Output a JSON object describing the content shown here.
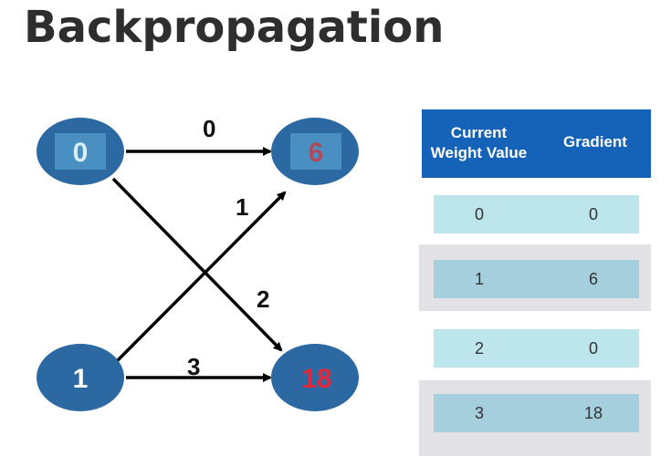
{
  "title": "Backpropagation",
  "network": {
    "nodes": [
      {
        "id": "input-top",
        "value": "0",
        "text_color": "#d8eef6"
      },
      {
        "id": "output-top",
        "value": "6",
        "text_color": "#b04a5a"
      },
      {
        "id": "input-bottom",
        "value": "1",
        "text_color": "#ffffff"
      },
      {
        "id": "output-bottom",
        "value": "18",
        "text_color": "#e0283c"
      }
    ],
    "edges": [
      {
        "from": "input-top",
        "to": "output-top",
        "weight": "0"
      },
      {
        "from": "input-bottom",
        "to": "output-top",
        "weight": "1"
      },
      {
        "from": "input-top",
        "to": "output-bottom",
        "weight": "2"
      },
      {
        "from": "input-bottom",
        "to": "output-bottom",
        "weight": "3"
      }
    ],
    "node_color": "#2c69a2",
    "highlight_color": "#4a8fc2"
  },
  "table": {
    "header": {
      "col1_line1": "Current",
      "col1_line2": "Weight Value",
      "col2": "Gradient"
    },
    "rows": [
      {
        "weight": "0",
        "gradient": "0"
      },
      {
        "weight": "1",
        "gradient": "6"
      },
      {
        "weight": "2",
        "gradient": "0"
      },
      {
        "weight": "3",
        "gradient": "18"
      }
    ]
  }
}
